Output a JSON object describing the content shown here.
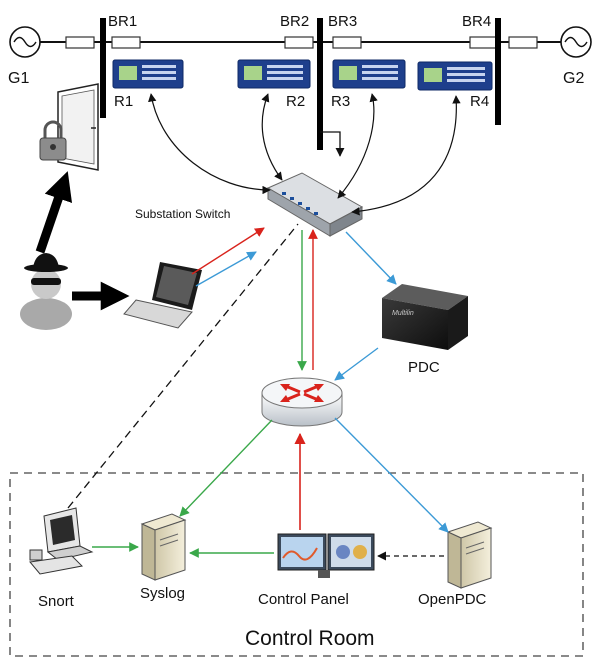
{
  "labels": {
    "g1": "G1",
    "g2": "G2",
    "br1": "BR1",
    "br2": "BR2",
    "br3": "BR3",
    "br4": "BR4",
    "r1": "R1",
    "r2": "R2",
    "r3": "R3",
    "r4": "R4",
    "switch": "Substation Switch",
    "pdc": "PDC",
    "snort": "Snort",
    "syslog": "Syslog",
    "control_panel": "Control Panel",
    "openpdc": "OpenPDC",
    "control_room": "Control Room"
  },
  "colors": {
    "red": "#d9231c",
    "green": "#3aa84a",
    "blue": "#3c9ad6",
    "black": "#111111"
  },
  "icons": [
    "generator-icon",
    "breaker-icon",
    "relay-icon",
    "door-lock-icon",
    "attacker-icon",
    "laptop-icon",
    "switch-icon",
    "pdc-device-icon",
    "router-icon",
    "workstation-icon",
    "server-icon",
    "monitor-icon"
  ]
}
